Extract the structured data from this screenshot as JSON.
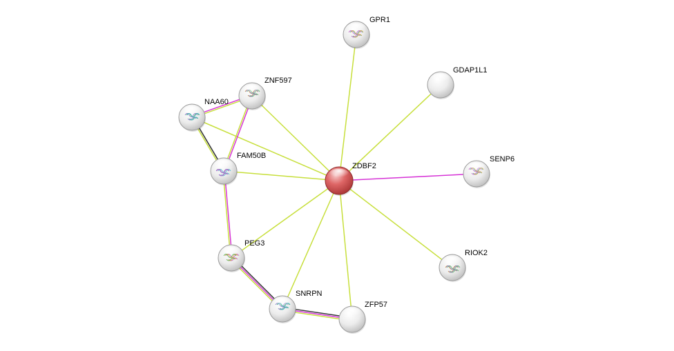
{
  "network": {
    "query_node": "ZDBF2",
    "colors": {
      "query_node": "#d9504f",
      "partner_node": "#e6e6e6",
      "textmining": "#c7df3b",
      "experiments": "#d633d6",
      "coexpression": "#333333",
      "database": "#3fb6e3"
    },
    "nodes": [
      {
        "id": "ZDBF2",
        "label": "ZDBF2",
        "role": "query",
        "has_structure": false
      },
      {
        "id": "GPR1",
        "label": "GPR1",
        "role": "partner",
        "has_structure": true
      },
      {
        "id": "GDAP1L1",
        "label": "GDAP1L1",
        "role": "partner",
        "has_structure": false
      },
      {
        "id": "ZNF597",
        "label": "ZNF597",
        "role": "partner",
        "has_structure": true
      },
      {
        "id": "NAA60",
        "label": "NAA60",
        "role": "partner",
        "has_structure": true
      },
      {
        "id": "FAM50B",
        "label": "FAM50B",
        "role": "partner",
        "has_structure": true
      },
      {
        "id": "SENP6",
        "label": "SENP6",
        "role": "partner",
        "has_structure": true
      },
      {
        "id": "PEG3",
        "label": "PEG3",
        "role": "partner",
        "has_structure": true
      },
      {
        "id": "RIOK2",
        "label": "RIOK2",
        "role": "partner",
        "has_structure": true
      },
      {
        "id": "SNRPN",
        "label": "SNRPN",
        "role": "partner",
        "has_structure": true
      },
      {
        "id": "ZFP57",
        "label": "ZFP57",
        "role": "partner",
        "has_structure": false
      }
    ],
    "edges": [
      {
        "source": "ZDBF2",
        "target": "GPR1",
        "evidence": [
          "textmining"
        ]
      },
      {
        "source": "ZDBF2",
        "target": "GDAP1L1",
        "evidence": [
          "textmining"
        ]
      },
      {
        "source": "ZDBF2",
        "target": "SENP6",
        "evidence": [
          "experiments"
        ]
      },
      {
        "source": "ZDBF2",
        "target": "RIOK2",
        "evidence": [
          "textmining"
        ]
      },
      {
        "source": "ZDBF2",
        "target": "ZFP57",
        "evidence": [
          "textmining"
        ]
      },
      {
        "source": "ZDBF2",
        "target": "SNRPN",
        "evidence": [
          "textmining"
        ]
      },
      {
        "source": "ZDBF2",
        "target": "PEG3",
        "evidence": [
          "textmining"
        ]
      },
      {
        "source": "ZDBF2",
        "target": "FAM50B",
        "evidence": [
          "textmining"
        ]
      },
      {
        "source": "ZDBF2",
        "target": "NAA60",
        "evidence": [
          "textmining"
        ]
      },
      {
        "source": "ZDBF2",
        "target": "ZNF597",
        "evidence": [
          "textmining"
        ]
      },
      {
        "source": "NAA60",
        "target": "ZNF597",
        "evidence": [
          "experiments",
          "textmining"
        ]
      },
      {
        "source": "NAA60",
        "target": "FAM50B",
        "evidence": [
          "coexpression",
          "textmining"
        ]
      },
      {
        "source": "ZNF597",
        "target": "FAM50B",
        "evidence": [
          "experiments",
          "textmining"
        ]
      },
      {
        "source": "FAM50B",
        "target": "PEG3",
        "evidence": [
          "experiments",
          "textmining"
        ]
      },
      {
        "source": "PEG3",
        "target": "SNRPN",
        "evidence": [
          "coexpression",
          "experiments",
          "textmining"
        ]
      },
      {
        "source": "SNRPN",
        "target": "ZFP57",
        "evidence": [
          "coexpression",
          "experiments",
          "textmining"
        ]
      }
    ]
  }
}
